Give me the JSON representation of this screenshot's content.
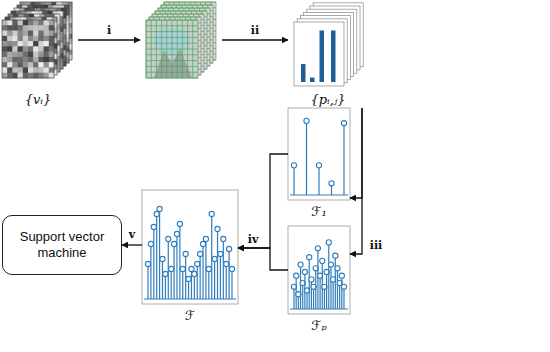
{
  "diagram": {
    "nodes": [
      {
        "text": [
          "{vᵢ}"
        ]
      },
      {
        "text": [
          "{pᵢ,ⱼ}"
        ]
      },
      {
        "text": [
          "ℱ₁"
        ]
      },
      {
        "text": [
          "ℱₚ"
        ]
      },
      {
        "text": [
          "ℱ"
        ]
      },
      {
        "text": [
          "Support vector machine"
        ]
      }
    ],
    "edges": [
      {
        "from": 1,
        "to": 2,
        "arrow": "to"
      },
      {
        "from": 1,
        "to": 3,
        "arrow": "to"
      },
      {
        "from": 2,
        "to": 4,
        "arrow": "to"
      },
      {
        "from": 3,
        "to": 4,
        "arrow": "to"
      },
      {
        "from": 4,
        "to": 5,
        "arrow": "to",
        "label": "v"
      }
    ],
    "labels": [
      "i",
      "ii",
      "iii",
      "iv"
    ]
  }
}
